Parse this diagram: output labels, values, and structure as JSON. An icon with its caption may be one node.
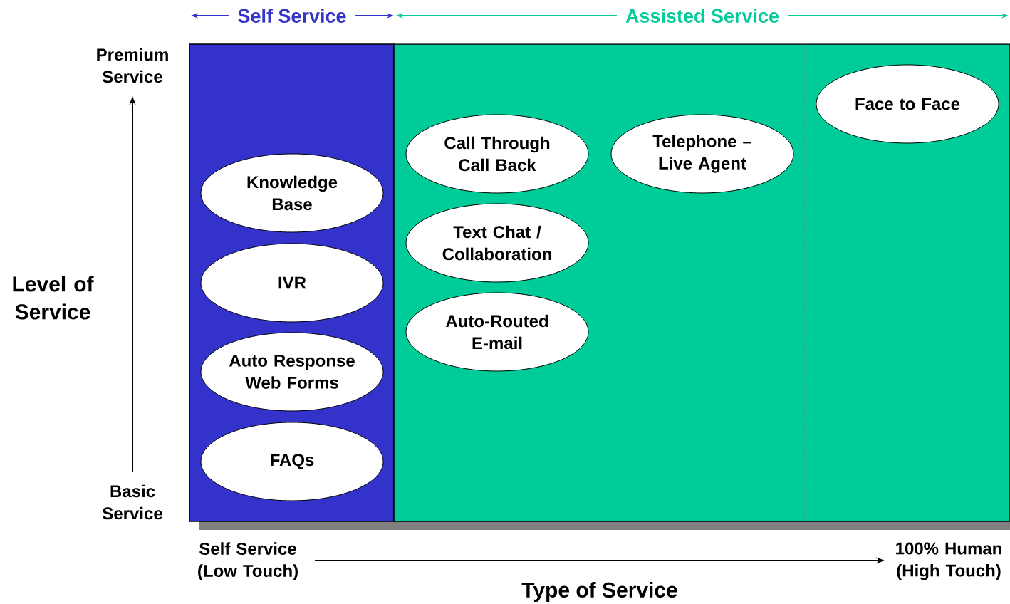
{
  "diagram": {
    "nodes": [
      {
        "text": [],
        "shape": "box"
      },
      {
        "text": [
          "Knowledge Base"
        ],
        "in": 0
      },
      {
        "text": [
          "IVR"
        ],
        "in": 0
      },
      {
        "text": [
          "Auto Response Web Forms"
        ],
        "in": 0
      },
      {
        "text": [
          "FAQs"
        ],
        "in": 0
      },
      {
        "text": [],
        "shape": "box"
      },
      {
        "text": [
          "Face to Face"
        ],
        "in": 5
      },
      {
        "text": [
          "Call Through Call Back"
        ],
        "in": 5
      },
      {
        "text": [
          "Telephone – Live Agent"
        ],
        "in": 5
      },
      {
        "text": [
          "Text Chat / Collaboration"
        ],
        "in": 5
      },
      {
        "text": [
          "Auto-Routed E-mail"
        ],
        "in": 5
      }
    ],
    "labels": [
      "Self Service",
      "Assisted Service",
      "Premium Service",
      "Level of Service",
      "Basic Service",
      "Self Service (Low Touch)",
      "100% Human (High Touch)",
      "Type of Service"
    ]
  }
}
